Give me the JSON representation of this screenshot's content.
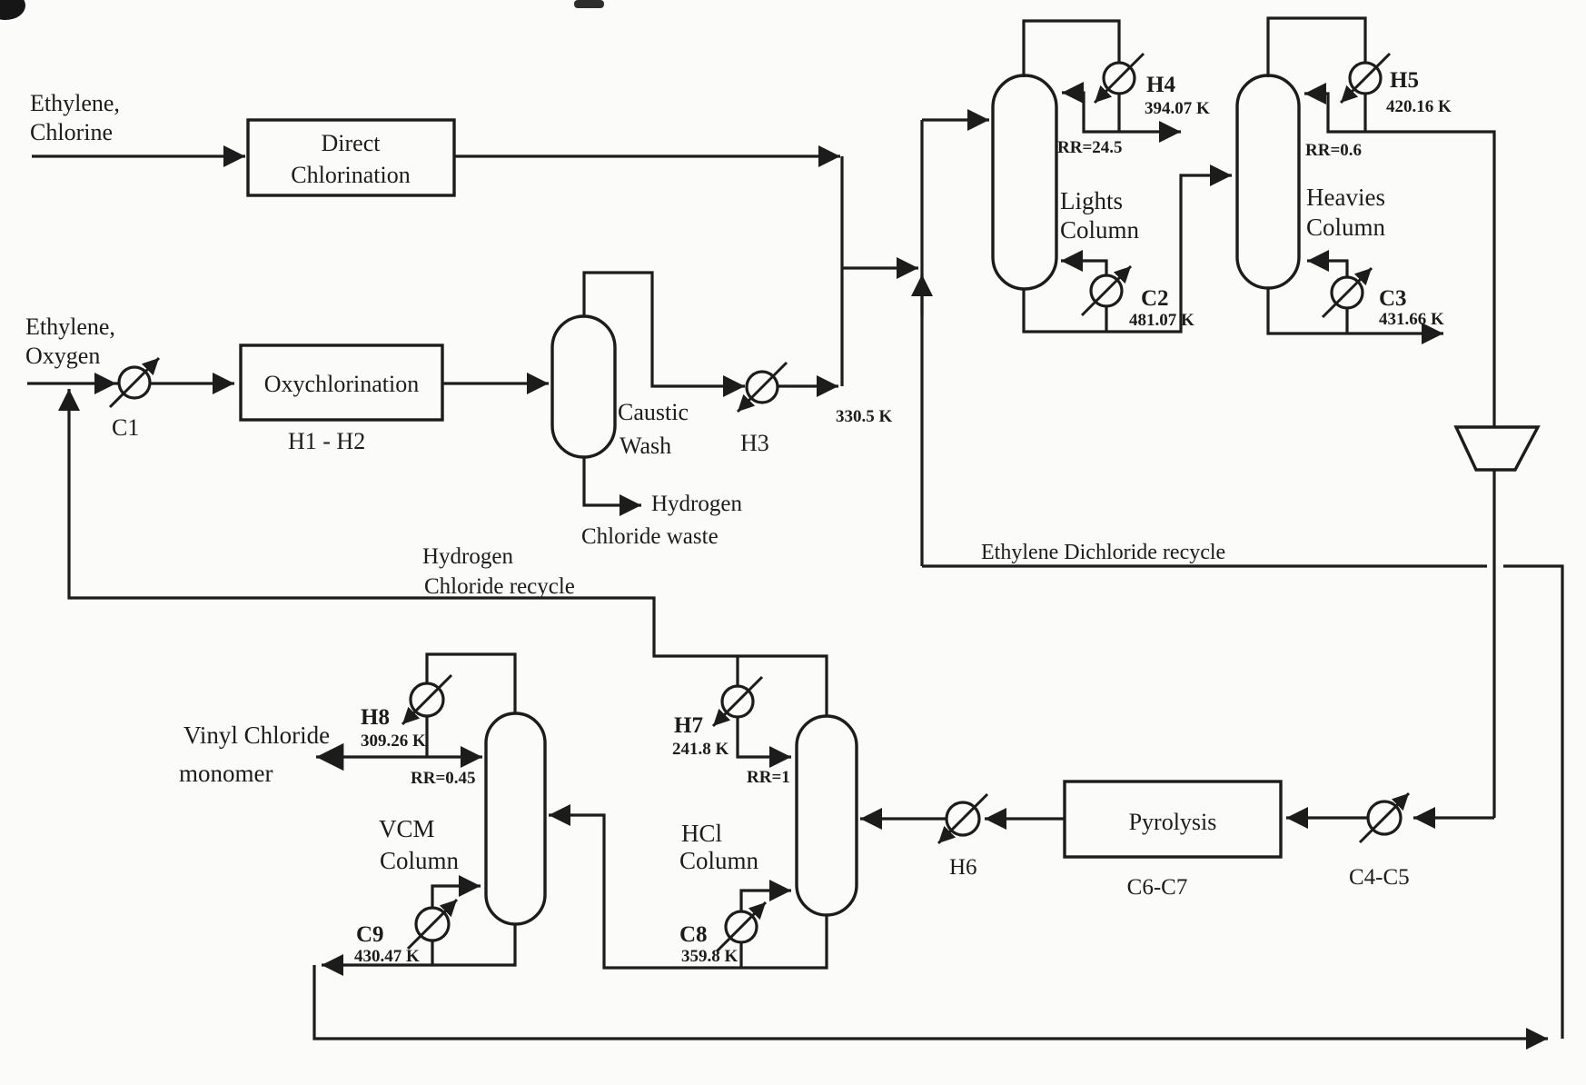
{
  "colors": {
    "ink": "#1c1c1c",
    "paper": "#fbfbf9"
  },
  "streams": {
    "ethylene_chlorine_feed": {
      "line1": "Ethylene,",
      "line2": "Chlorine"
    },
    "ethylene_oxygen_feed": {
      "line1": "Ethylene,",
      "line2": "Oxygen"
    },
    "hydrogen_chloride_waste": {
      "line1": "Hydrogen",
      "line2": "Chloride waste"
    },
    "hydrogen_chloride_recycle": {
      "line1": "Hydrogen",
      "line2": "Chloride recycle"
    },
    "ethylene_dichloride_recycle": {
      "label": "Ethylene Dichloride recycle"
    },
    "vinyl_chloride_product": {
      "line1": "Vinyl Chloride",
      "line2": "monomer"
    }
  },
  "units": {
    "direct_chlorination": {
      "line1": "Direct",
      "line2": "Chlorination"
    },
    "oxychlorination": {
      "label": "Oxychlorination",
      "heat_exchangers": "H1 - H2"
    },
    "caustic_wash": {
      "line1": "Caustic",
      "line2": "Wash"
    },
    "pyrolysis": {
      "label": "Pyrolysis",
      "heat_exchangers": "C6-C7"
    }
  },
  "columns": {
    "lights": {
      "line1": "Lights",
      "line2": "Column",
      "condenser": {
        "id": "H4",
        "temp": "394.07 K"
      },
      "reflux_ratio": "RR=24.5",
      "reboiler": {
        "id": "C2",
        "temp": "481.07 K"
      }
    },
    "heavies": {
      "line1": "Heavies",
      "line2": "Column",
      "condenser": {
        "id": "H5",
        "temp": "420.16 K"
      },
      "reflux_ratio": "RR=0.6",
      "reboiler": {
        "id": "C3",
        "temp": "431.66 K"
      }
    },
    "hcl": {
      "line1": "HCl",
      "line2": "Column",
      "condenser": {
        "id": "H7",
        "temp": "241.8 K"
      },
      "reflux_ratio": "RR=1",
      "reboiler": {
        "id": "C8",
        "temp": "359.8 K"
      }
    },
    "vcm": {
      "line1": "VCM",
      "line2": "Column",
      "condenser": {
        "id": "H8",
        "temp": "309.26 K"
      },
      "reflux_ratio": "RR=0.45",
      "reboiler": {
        "id": "C9",
        "temp": "430.47 K"
      }
    }
  },
  "exchangers": {
    "c1": {
      "id": "C1"
    },
    "h3": {
      "id": "H3",
      "outlet_temp": "330.5 K"
    },
    "h6": {
      "id": "H6"
    },
    "c4_c5": {
      "id": "C4-C5"
    }
  }
}
